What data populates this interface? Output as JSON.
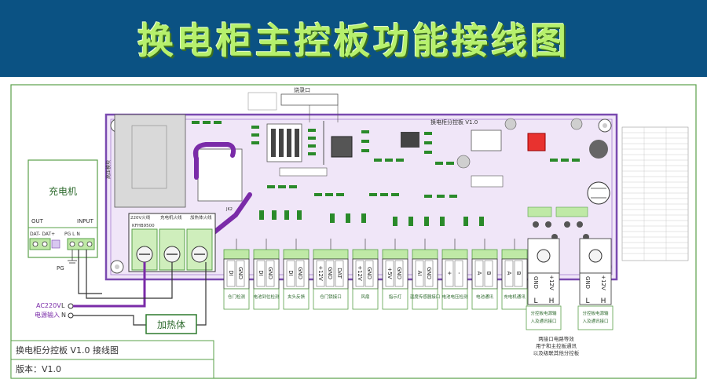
{
  "title": "换电柜主控板功能接线图",
  "board": {
    "name": "换电柜分控板 V1.0",
    "top_connector": "烧录口",
    "hv_module": "高压模块",
    "relay_label": "JK2"
  },
  "charger": {
    "label": "充电机",
    "out": "OUT",
    "in": "INPUT",
    "out_pins": "DAT- DAT+",
    "in_pins": "PG  L  N",
    "pg": "PG"
  },
  "power_block": {
    "headers": [
      "220V火线",
      "充电机火线",
      "加热体火线"
    ],
    "part": "KFHB9500"
  },
  "ac": {
    "line1": "AC220V",
    "line2": "电源输入",
    "L": "L",
    "N": "N"
  },
  "heater": "加热体",
  "connectors": [
    {
      "pins": [
        "DI",
        "GND"
      ],
      "label": "仓门检测"
    },
    {
      "pins": [
        "DI",
        "GND"
      ],
      "label": "电池到位检测"
    },
    {
      "pins": [
        "DI",
        "GND"
      ],
      "label": "夹头反馈"
    },
    {
      "pins": [
        "+12V",
        "GND",
        "DAT"
      ],
      "label": "仓门锁接口"
    },
    {
      "pins": [
        "+12V",
        "GND"
      ],
      "label": "风扇"
    },
    {
      "pins": [
        "+5V",
        "GND"
      ],
      "label": "指示灯"
    },
    {
      "pins": [
        "AI",
        "GND"
      ],
      "label": "温度传感器接口"
    },
    {
      "pins": [
        "+",
        "-"
      ],
      "label": "电池电压检测"
    },
    {
      "pins": [
        "A",
        "B"
      ],
      "label": "电池通讯"
    },
    {
      "pins": [
        "A",
        "B"
      ],
      "label": "充电机通讯"
    }
  ],
  "right_ports": [
    {
      "pins": [
        "GND",
        "+12V"
      ],
      "bottom": [
        "L",
        "H"
      ],
      "label": "分控板电源输入及通讯接口"
    },
    {
      "pins": [
        "GND",
        "+12V"
      ],
      "bottom": [
        "L",
        "H"
      ],
      "label": "分控板电源输入及通讯接口"
    }
  ],
  "right_note": "两接口电路等效用于和主控板通讯以及级联其他分控板",
  "title_block": {
    "name": "换电柜分控板 V1.0 接线图",
    "version": "版本：V1.0"
  }
}
